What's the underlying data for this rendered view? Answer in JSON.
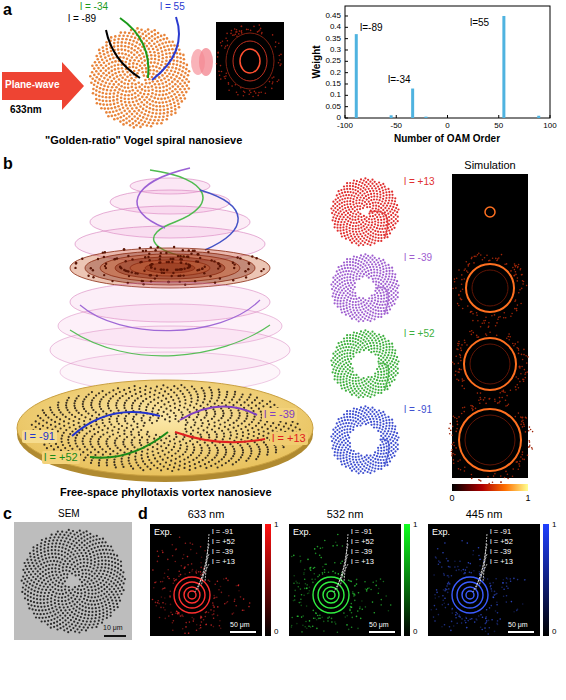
{
  "diagram": {
    "labels": [
      "a",
      "l = -89",
      "l = -34",
      "l = 55",
      "Plane-wave",
      "633nm",
      "\"Golden-ratio\" Vogel spiral nanosieve",
      "l=-89",
      "l=-34",
      "l=55",
      "Weight",
      "Number of OAM Order",
      "0",
      "0.05",
      "0.1",
      "0.15",
      "0.2",
      "0.25",
      "0.3",
      "0.35",
      "0.4",
      "0.45",
      "-100",
      "-50",
      "0",
      "50",
      "100",
      "b",
      "l = -91",
      "l = +52",
      "l = -39",
      "l = +13",
      "Free-space phyllotaxis vortex nanosieve",
      "Simulation",
      "l = +13",
      "l = -39",
      "l = +52",
      "l = -91",
      "0",
      "1",
      "c",
      "SEM",
      "10 μm",
      "d",
      "633 nm",
      "Exp.",
      "l = -91",
      "l = +52",
      "l = -39",
      "l = +13",
      "1",
      "0",
      "50 μm",
      "532 nm",
      "Exp.",
      "l = -91",
      "l = +52",
      "l = -39",
      "l = +13",
      "1",
      "0",
      "50 μm",
      "445 nm",
      "Exp.",
      "l = -91",
      "l = +52",
      "l = -39",
      "l = +13",
      "1",
      "0",
      "50 μm"
    ]
  }
}
